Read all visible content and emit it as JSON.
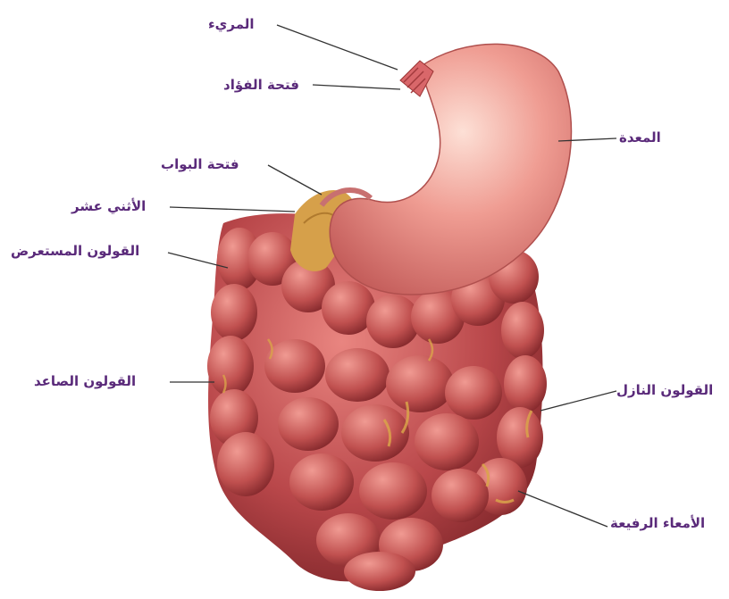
{
  "labels": {
    "esophagus": "المريء",
    "cardia": "فتحة الفؤاد",
    "stomach": "المعدة",
    "pylorus": "فتحة البواب",
    "duodenum": "الأثني عشر",
    "transverse_colon": "القولون المستعرض",
    "ascending_colon": "القولون الصاعد",
    "descending_colon": "القولون النازل",
    "small_intestine": "الأمعاء الرفيعة"
  },
  "colors": {
    "label_text": "#5a2a7a",
    "leader_line": "#333333",
    "stomach": "#e98a86",
    "intestine": "#b9474a",
    "intestine_dark": "#7a2024",
    "fat": "#d6a04a"
  }
}
